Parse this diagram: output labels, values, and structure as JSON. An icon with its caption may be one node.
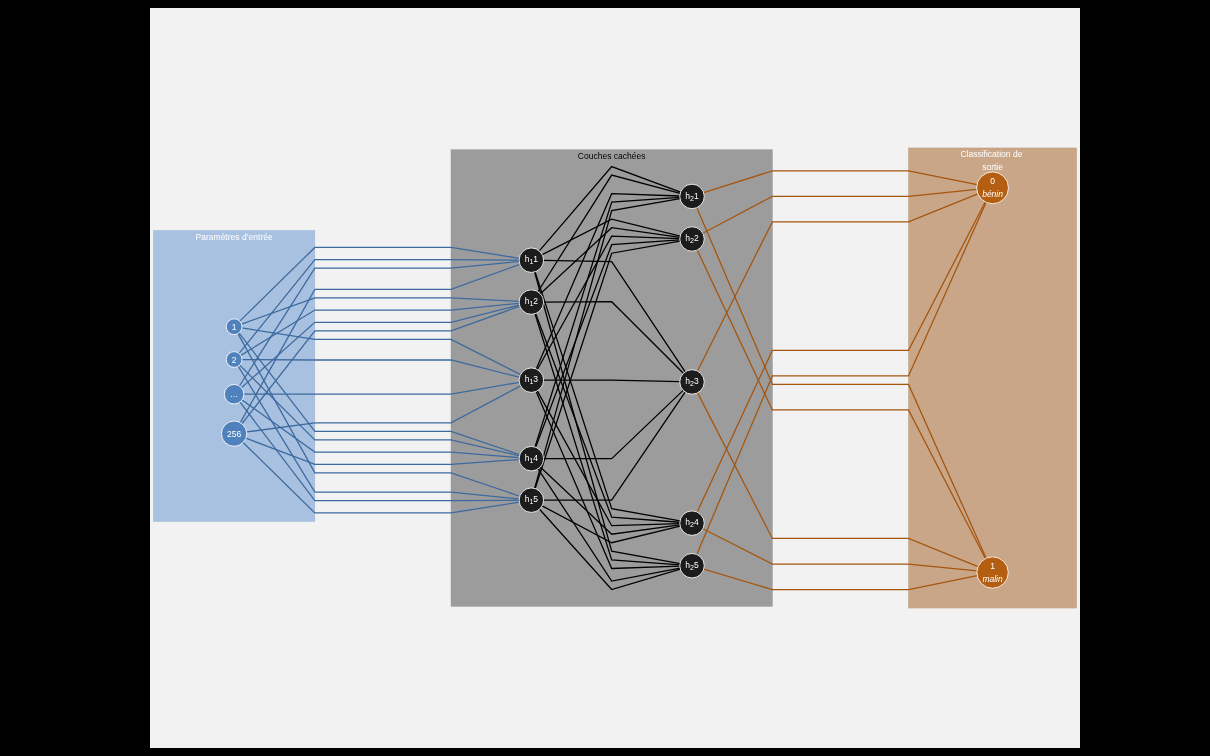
{
  "diagram": {
    "nodes": [
      {
        "text": [
          "Paramètres d’entrée"
        ]
      },
      {
        "text": [
          "1"
        ],
        "in": 0
      },
      {
        "text": [
          "2"
        ],
        "in": 0
      },
      {
        "text": [
          "…"
        ],
        "in": 0
      },
      {
        "text": [
          "256"
        ],
        "in": 0
      },
      {
        "text": [
          "Couches cachées"
        ]
      },
      {
        "text": [
          "h$_{1}$1"
        ],
        "in": 5
      },
      {
        "text": [
          "h$_{1}$2"
        ],
        "in": 5
      },
      {
        "text": [
          "h$_{1}$3"
        ],
        "in": 5
      },
      {
        "text": [
          "h$_{1}$4"
        ],
        "in": 5
      },
      {
        "text": [
          "h$_{1}$5"
        ],
        "in": 5
      },
      {
        "text": [
          "h$_{2}$1"
        ],
        "in": 5
      },
      {
        "text": [
          "h$_{2}$2"
        ],
        "in": 5
      },
      {
        "text": [
          "h$_{2}$3"
        ],
        "in": 5
      },
      {
        "text": [
          "h$_{2}$4"
        ],
        "in": 5
      },
      {
        "text": [
          "h$_{2}$5"
        ],
        "in": 5
      },
      {
        "text": [
          "Classification de sortie"
        ]
      },
      {
        "text": [
          "0",
          "bénin"
        ],
        "in": 16
      },
      {
        "text": [
          "1",
          "malin"
        ],
        "in": 16
      }
    ],
    "edges": [
      {
        "from": 1,
        "to": 6,
        "arrow": "none",
        "color": "#3d6a9e"
      },
      {
        "from": 1,
        "to": 7,
        "arrow": "none",
        "color": "#3d6a9e"
      },
      {
        "from": 1,
        "to": 8,
        "arrow": "none",
        "color": "#3d6a9e"
      },
      {
        "from": 1,
        "to": 9,
        "arrow": "none",
        "color": "#3d6a9e"
      },
      {
        "from": 1,
        "to": 10,
        "arrow": "none",
        "color": "#3d6a9e"
      },
      {
        "from": 2,
        "to": 6,
        "arrow": "none",
        "color": "#3d6a9e"
      },
      {
        "from": 2,
        "to": 7,
        "arrow": "none",
        "color": "#3d6a9e"
      },
      {
        "from": 2,
        "to": 8,
        "arrow": "none",
        "color": "#3d6a9e"
      },
      {
        "from": 2,
        "to": 9,
        "arrow": "none",
        "color": "#3d6a9e"
      },
      {
        "from": 2,
        "to": 10,
        "arrow": "none",
        "color": "#3d6a9e"
      },
      {
        "from": 3,
        "to": 6,
        "arrow": "none",
        "color": "#3d6a9e"
      },
      {
        "from": 3,
        "to": 7,
        "arrow": "none",
        "color": "#3d6a9e"
      },
      {
        "from": 3,
        "to": 8,
        "arrow": "none",
        "color": "#3d6a9e"
      },
      {
        "from": 3,
        "to": 9,
        "arrow": "none",
        "color": "#3d6a9e"
      },
      {
        "from": 3,
        "to": 10,
        "arrow": "none",
        "color": "#3d6a9e"
      },
      {
        "from": 4,
        "to": 6,
        "arrow": "none",
        "color": "#3d6a9e"
      },
      {
        "from": 4,
        "to": 7,
        "arrow": "none",
        "color": "#3d6a9e"
      },
      {
        "from": 4,
        "to": 8,
        "arrow": "none",
        "color": "#3d6a9e"
      },
      {
        "from": 4,
        "to": 9,
        "arrow": "none",
        "color": "#3d6a9e"
      },
      {
        "from": 4,
        "to": 10,
        "arrow": "none",
        "color": "#3d6a9e"
      },
      {
        "from": 6,
        "to": 11,
        "arrow": "none"
      },
      {
        "from": 6,
        "to": 12,
        "arrow": "none"
      },
      {
        "from": 6,
        "to": 13,
        "arrow": "none"
      },
      {
        "from": 6,
        "to": 14,
        "arrow": "none"
      },
      {
        "from": 6,
        "to": 15,
        "arrow": "none"
      },
      {
        "from": 7,
        "to": 11,
        "arrow": "none"
      },
      {
        "from": 7,
        "to": 12,
        "arrow": "none"
      },
      {
        "from": 7,
        "to": 13,
        "arrow": "none"
      },
      {
        "from": 7,
        "to": 14,
        "arrow": "none"
      },
      {
        "from": 7,
        "to": 15,
        "arrow": "none"
      },
      {
        "from": 8,
        "to": 11,
        "arrow": "none"
      },
      {
        "from": 8,
        "to": 12,
        "arrow": "none"
      },
      {
        "from": 8,
        "to": 13,
        "arrow": "none"
      },
      {
        "from": 8,
        "to": 14,
        "arrow": "none"
      },
      {
        "from": 8,
        "to": 15,
        "arrow": "none"
      },
      {
        "from": 9,
        "to": 11,
        "arrow": "none"
      },
      {
        "from": 9,
        "to": 12,
        "arrow": "none"
      },
      {
        "from": 9,
        "to": 13,
        "arrow": "none"
      },
      {
        "from": 9,
        "to": 14,
        "arrow": "none"
      },
      {
        "from": 9,
        "to": 15,
        "arrow": "none"
      },
      {
        "from": 10,
        "to": 11,
        "arrow": "none"
      },
      {
        "from": 10,
        "to": 12,
        "arrow": "none"
      },
      {
        "from": 10,
        "to": 13,
        "arrow": "none"
      },
      {
        "from": 10,
        "to": 14,
        "arrow": "none"
      },
      {
        "from": 10,
        "to": 15,
        "arrow": "none"
      },
      {
        "from": 11,
        "to": 17,
        "arrow": "none",
        "color": "#a5560f"
      },
      {
        "from": 11,
        "to": 18,
        "arrow": "none",
        "color": "#a5560f"
      },
      {
        "from": 12,
        "to": 17,
        "arrow": "none",
        "color": "#a5560f"
      },
      {
        "from": 12,
        "to": 18,
        "arrow": "none",
        "color": "#a5560f"
      },
      {
        "from": 13,
        "to": 17,
        "arrow": "none",
        "color": "#a5560f"
      },
      {
        "from": 13,
        "to": 18,
        "arrow": "none",
        "color": "#a5560f"
      },
      {
        "from": 14,
        "to": 17,
        "arrow": "none",
        "color": "#a5560f"
      },
      {
        "from": 14,
        "to": 18,
        "arrow": "none",
        "color": "#a5560f"
      },
      {
        "from": 15,
        "to": 17,
        "arrow": "none",
        "color": "#a5560f"
      },
      {
        "from": 15,
        "to": 18,
        "arrow": "none",
        "color": "#a5560f"
      }
    ]
  }
}
